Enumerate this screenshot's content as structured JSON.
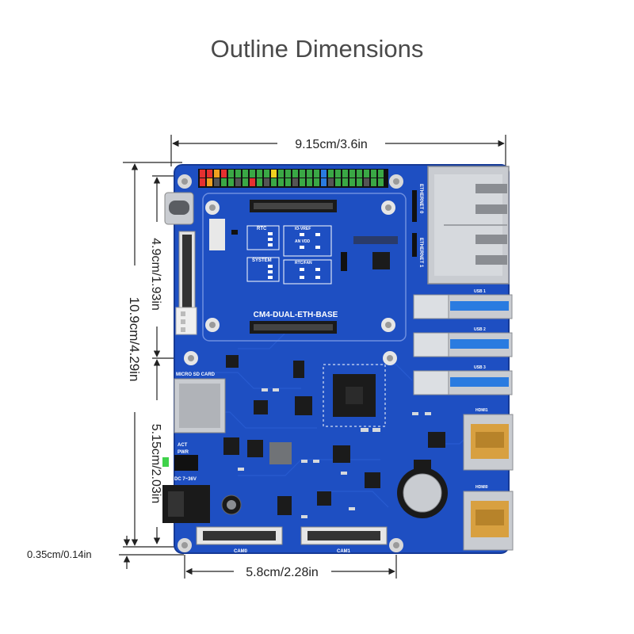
{
  "title": "Outline Dimensions",
  "dimensions": {
    "width_top": "9.15cm/3.6in",
    "height_total": "10.9cm/4.29in",
    "height_upper": "4.9cm/1.93in",
    "height_lower": "5.15cm/2.03in",
    "offset_bottom": "0.35cm/0.14in",
    "hole_spacing": "5.8cm/2.28in"
  },
  "board": {
    "name": "CM4-DUAL-ETH-BASE",
    "labels": {
      "ethernet0": "ETHERNET 0",
      "ethernet1": "ETHERNET 1",
      "usb1": "USB 1",
      "usb2": "USB 2",
      "usb3": "USB 3",
      "hdmi1": "HDMI1",
      "hdmi0": "HDMI0",
      "microsd": "MICRO SD CARD",
      "act": "ACT",
      "pwr": "PWR",
      "dc": "DC 7~36V",
      "cam0": "CAM0",
      "cam1": "CAM1",
      "rtc": "RTC",
      "system": "SYSTEM",
      "rtcfan": "RTC/FAN",
      "iovref": "IO-VREF",
      "anvdd": "AN VDD"
    }
  },
  "colors": {
    "board": "#1e4fc2",
    "board_edge": "#163a96",
    "metal": "#c9ccd1",
    "usb_blue": "#2a7be0",
    "chip": "#1b1b1b"
  }
}
